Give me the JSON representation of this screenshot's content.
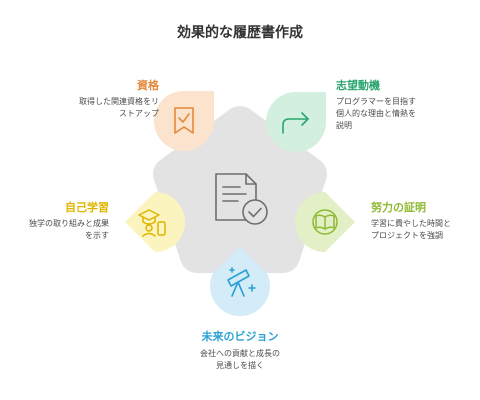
{
  "title": "効果的な履歴書作成",
  "colors": {
    "center": "#e3e3e3",
    "center_icon": "#6e6e6e",
    "qualifications": "#e58a3a",
    "motivation": "#2aa56f",
    "effort": "#8fba33",
    "vision": "#2aa1d4",
    "self_study": "#e0b400"
  },
  "items": {
    "qualifications": {
      "label": "資格",
      "desc": "取得した関連資格をリ\nストアップ",
      "icon": "certificate-icon",
      "bg": "#fce3cd"
    },
    "motivation": {
      "label": "志望動機",
      "desc": "プログラマーを目指す\n個人的な理由と情熱を\n説明",
      "icon": "arrow-return-icon",
      "bg": "#d3efe0"
    },
    "effort": {
      "label": "努力の証明",
      "desc": "学習に費やした時間と\nプロジェクトを強調",
      "icon": "book-icon",
      "bg": "#e3efc6"
    },
    "vision": {
      "label": "未来のビジョン",
      "desc": "会社への貢献と成長の\n見通しを描く",
      "icon": "telescope-icon",
      "bg": "#d3ecf8"
    },
    "self_study": {
      "label": "自己学習",
      "desc": "独学の取り組みと成果\nを示す",
      "icon": "student-icon",
      "bg": "#fbf4bf"
    }
  }
}
